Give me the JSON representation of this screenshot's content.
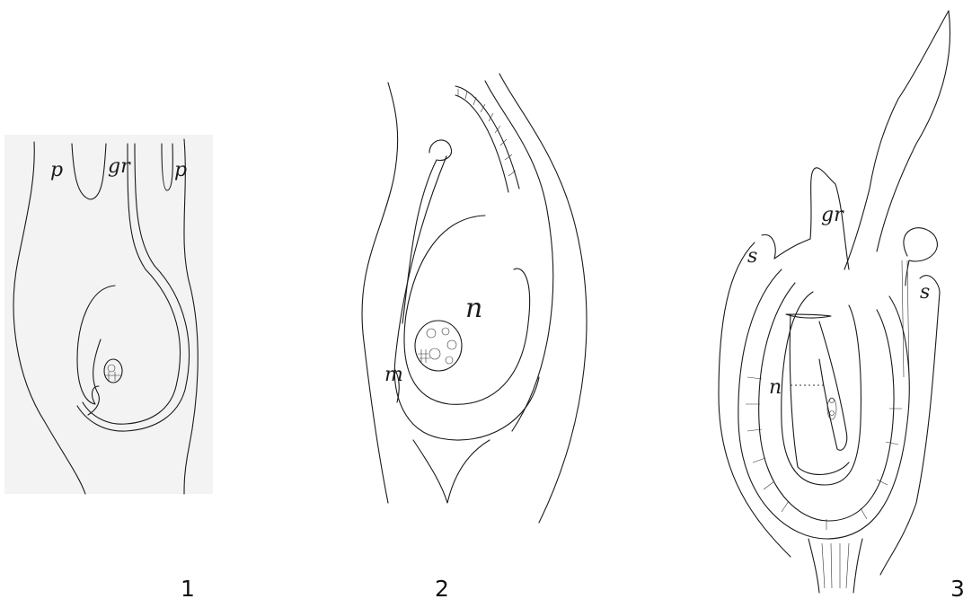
{
  "figures": [
    {
      "number": "1",
      "labels": {
        "left": "p",
        "center": "gr",
        "right": "p"
      }
    },
    {
      "number": "2",
      "labels": {
        "nucellus": "n",
        "micropyle": "m"
      }
    },
    {
      "number": "3",
      "labels": {
        "center": "gr",
        "left": "s",
        "right": "s",
        "nucellus": "n"
      }
    }
  ]
}
